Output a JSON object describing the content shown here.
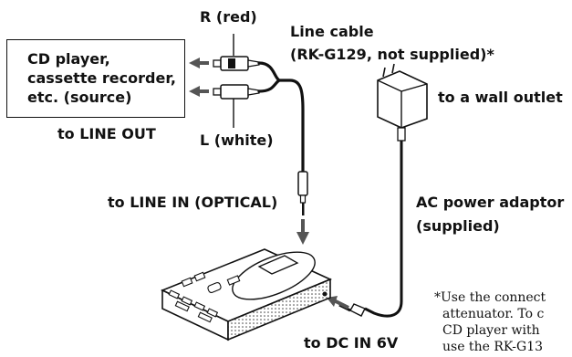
{
  "source_box": {
    "line1": "CD player,",
    "line2": "cassette recorder,",
    "line3": "etc. (source)"
  },
  "labels": {
    "line_out": "to LINE OUT",
    "r_red": "R (red)",
    "l_white": "L (white)",
    "line_cable": "Line cable",
    "line_cable_model": "(RK-G129, not supplied)*",
    "line_in": "to LINE IN (OPTICAL)",
    "wall_outlet": "to a wall outlet",
    "ac_adaptor": "AC power adaptor",
    "ac_supplied": "(supplied)",
    "dc_in": "to DC IN 6V"
  },
  "footnote": {
    "line1": "*Use the connect",
    "line2": "attenuator. To c",
    "line3": "CD player with",
    "line4": "use the RK-G13"
  }
}
